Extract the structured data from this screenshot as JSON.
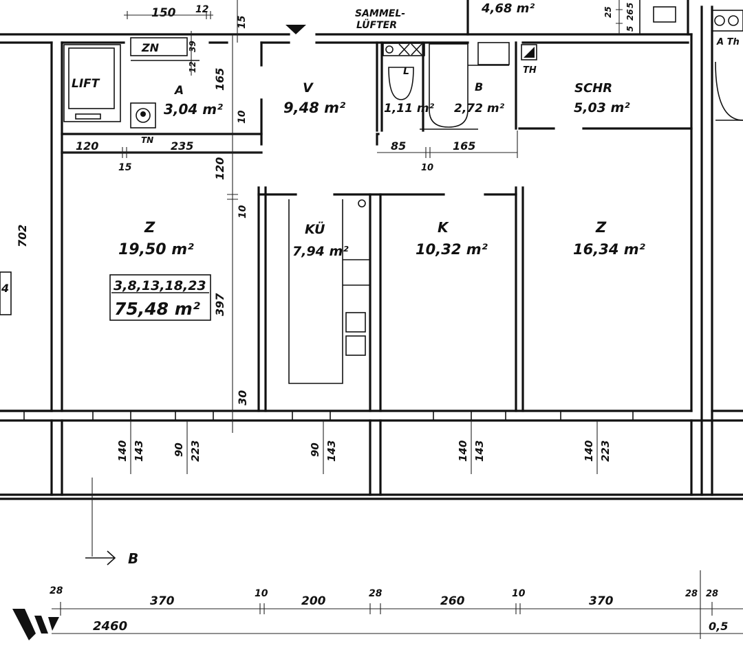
{
  "header": {
    "dim_150": "150",
    "dim_12": "12",
    "dim_15": "15",
    "sammel": "SAMMEL-",
    "lufter": "LÜFTER",
    "upper_area": "4,68 m²"
  },
  "rooms": {
    "lift": "LIFT",
    "zn": "ZN",
    "a": {
      "label": "A",
      "area": "3,04 m²"
    },
    "tn": "TN",
    "v": {
      "label": "V",
      "area": "9,48 m²"
    },
    "wc": {
      "label": "L",
      "area": "1,11 m²"
    },
    "b": {
      "label": "B",
      "area": "2,72 m²"
    },
    "th": "TH",
    "schr": {
      "label": "SCHR",
      "area": "5,03 m²"
    },
    "z1": {
      "label": "Z",
      "area": "19,50 m²"
    },
    "ku": {
      "label": "KÜ",
      "area": "7,94 m²"
    },
    "k": {
      "label": "K",
      "area": "10,32 m²"
    },
    "z2": {
      "label": "Z",
      "area": "16,34 m²"
    },
    "right_label": "A Th"
  },
  "summary_box": {
    "line1": "3,8,13,18,23",
    "line2": "75,48 m²"
  },
  "dimensions": {
    "d120": "120",
    "d15": "15",
    "d235": "235",
    "d165_a": "165",
    "d10_a": "10",
    "d85": "85",
    "d165_b": "165",
    "d10_b": "10",
    "d120_v": "120",
    "d10_v": "10",
    "d702": "702",
    "d397": "397",
    "d30": "30",
    "d39": "39",
    "d12_v": "12",
    "d4": "4",
    "windows": [
      {
        "top": "140",
        "bottom": "143"
      },
      {
        "top": "90",
        "bottom": "223"
      },
      {
        "top": "90",
        "bottom": "143"
      },
      {
        "top": "140",
        "bottom": "143"
      },
      {
        "top": "140",
        "bottom": "223"
      }
    ],
    "right_stack": [
      "25",
      "5",
      "26",
      "5"
    ]
  },
  "section_marker": "B",
  "bottom": {
    "dims": [
      "28",
      "370",
      "10",
      "200",
      "28",
      "260",
      "10",
      "370",
      "28",
      "28"
    ],
    "total": "2460",
    "right": "0,5"
  }
}
